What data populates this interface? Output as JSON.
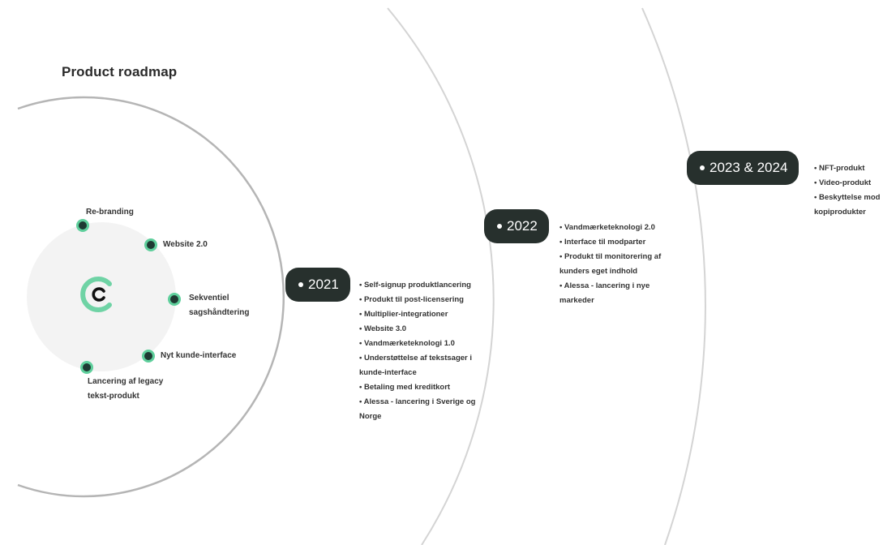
{
  "title": "Product roadmap",
  "colors": {
    "accent": "#5fcf9c",
    "pill_bg": "#27302d",
    "inner_circle": "#f3f3f3",
    "arc": "#bdbdbd"
  },
  "center": {
    "logo_icon": "c-logo-icon",
    "milestones": [
      "Re-branding",
      "Website 2.0",
      "Sekventiel sagshåndtering",
      "Nyt kunde-interface",
      "Lancering af legacy tekst-produkt"
    ]
  },
  "phases": [
    {
      "year": "2021",
      "items": [
        "Self-signup produktlancering",
        "Produkt til post-licensering",
        "Multiplier-integrationer",
        "Website 3.0",
        "Vandmærketeknologi 1.0",
        "Understøttelse af tekstsager i kunde-interface",
        "Betaling med kreditkort",
        "Alessa - lancering i Sverige og Norge"
      ]
    },
    {
      "year": "2022",
      "items": [
        "Vandmærketeknologi 2.0",
        "Interface til modparter",
        "Produkt til monitorering af kunders eget indhold",
        "Alessa - lancering i nye markeder"
      ]
    },
    {
      "year": "2023 & 2024",
      "items": [
        "NFT-produkt",
        "Video-produkt",
        "Beskyttelse mod kopiprodukter"
      ]
    }
  ]
}
